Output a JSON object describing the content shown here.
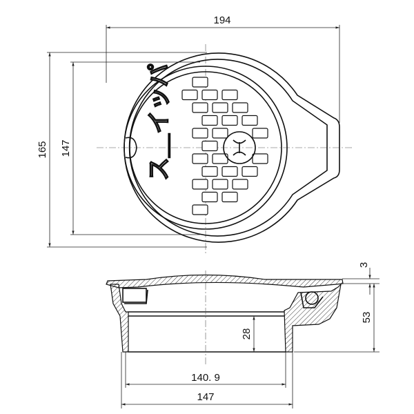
{
  "drawing": {
    "top_view": {
      "overall_width": "194",
      "overall_height": "165",
      "cover_height": "147",
      "cover_marking": "ス＿イッパ"
    },
    "side_view": {
      "lid_thickness": "3",
      "total_height": "53",
      "inner_depth": "28",
      "inner_width": "140. 9",
      "base_width": "147"
    }
  }
}
